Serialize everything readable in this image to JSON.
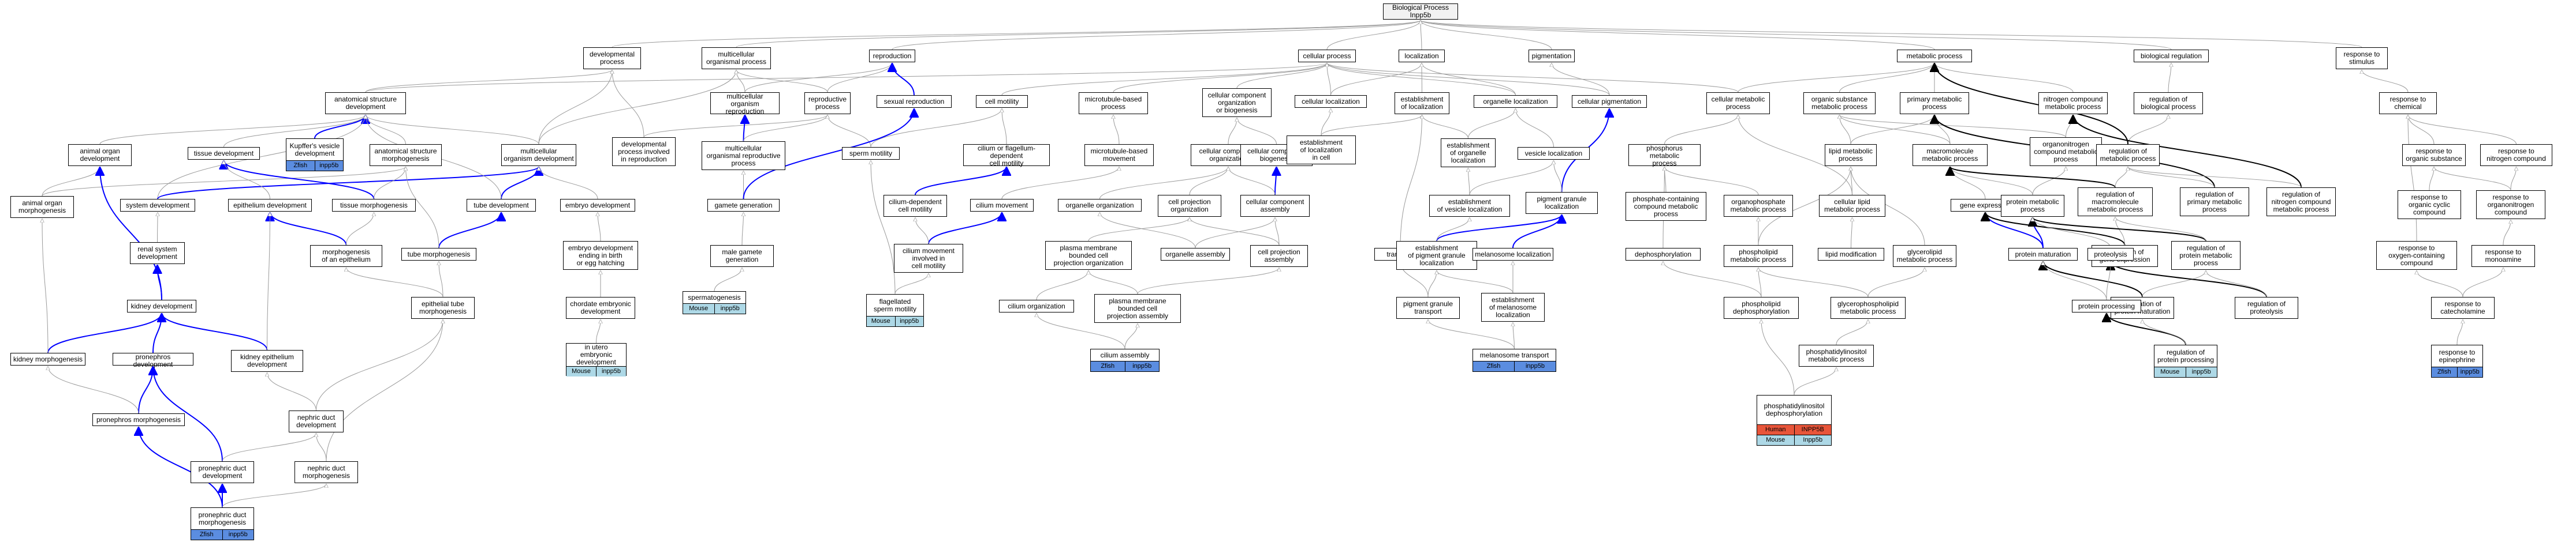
{
  "colors": {
    "gray_edge": "#9a9a9a",
    "blue_edge": "#0000ff",
    "black_edge": "#000000",
    "zfish": "#5b8de0",
    "mouse": "#add8e6",
    "human": "#e8553a"
  },
  "nodes": [
    {
      "id": "bp",
      "label": "Biological Process\nInpp5b"
    },
    {
      "id": "dev",
      "label": "developmental\nprocess"
    },
    {
      "id": "morg",
      "label": "multicellular\norganismal process"
    },
    {
      "id": "repro",
      "label": "reproduction"
    },
    {
      "id": "cellp",
      "label": "cellular process"
    },
    {
      "id": "loc",
      "label": "localization"
    },
    {
      "id": "pig",
      "label": "pigmentation"
    },
    {
      "id": "metab",
      "label": "metabolic process"
    },
    {
      "id": "breg",
      "label": "biological regulation"
    },
    {
      "id": "resp",
      "label": "response to\nstimulus"
    },
    {
      "id": "asd",
      "label": "anatomical structure\ndevelopment"
    },
    {
      "id": "mor",
      "label": "multicellular\norganism reproduction"
    },
    {
      "id": "rproc",
      "label": "reproductive\nprocess"
    },
    {
      "id": "sexr",
      "label": "sexual reproduction"
    },
    {
      "id": "cmot",
      "label": "cell motility"
    },
    {
      "id": "mtbp",
      "label": "microtubule-based\nprocess"
    },
    {
      "id": "ccob",
      "label": "cellular component\norganization\nor biogenesis"
    },
    {
      "id": "cloc",
      "label": "cellular localization"
    },
    {
      "id": "eloc",
      "label": "establishment\nof localization"
    },
    {
      "id": "orgloc",
      "label": "organelle localization"
    },
    {
      "id": "cpig",
      "label": "cellular pigmentation"
    },
    {
      "id": "cmp",
      "label": "cellular metabolic\nprocess"
    },
    {
      "id": "osmp",
      "label": "organic substance\nmetabolic process"
    },
    {
      "id": "pmp",
      "label": "primary metabolic\nprocess"
    },
    {
      "id": "ncmp",
      "label": "nitrogen compound\nmetabolic process"
    },
    {
      "id": "rbp",
      "label": "regulation of\nbiological process"
    },
    {
      "id": "rchem",
      "label": "response to\nchemical"
    },
    {
      "id": "aod",
      "label": "animal organ\ndevelopment"
    },
    {
      "id": "kvd",
      "label": "Kupffer's vesicle\ndevelopment",
      "badges": [
        {
          "t": "Zfish",
          "c": "zfish"
        },
        {
          "t": "inpp5b",
          "c": "zfish"
        }
      ]
    },
    {
      "id": "asm",
      "label": "anatomical structure\nmorphogenesis"
    },
    {
      "id": "td",
      "label": "tissue development"
    },
    {
      "id": "mod",
      "label": "multicellular\norganism development"
    },
    {
      "id": "dpir",
      "label": "developmental\nprocess involved\nin reproduction"
    },
    {
      "id": "morp",
      "label": "multicellular\norganismal reproductive\nprocess"
    },
    {
      "id": "spmot",
      "label": "sperm motility"
    },
    {
      "id": "cfcm",
      "label": "cilium or flagellum-dependent\ncell motility"
    },
    {
      "id": "mtbm",
      "label": "microtubule-based\nmovement"
    },
    {
      "id": "cco",
      "label": "cellular component\norganization"
    },
    {
      "id": "ccb",
      "label": "cellular component\nbiogenesis"
    },
    {
      "id": "elcell",
      "label": "establishment\nof localization\nin cell"
    },
    {
      "id": "eorgloc",
      "label": "establishment\nof organelle\nlocalization"
    },
    {
      "id": "vesloc",
      "label": "vesicle localization"
    },
    {
      "id": "pcmp",
      "label": "phosphorus metabolic\nprocess"
    },
    {
      "id": "lmp",
      "label": "lipid metabolic\nprocess"
    },
    {
      "id": "ocmp",
      "label": "organonitrogen\ncompound metabolic\nprocess"
    },
    {
      "id": "mmp",
      "label": "macromolecule\nmetabolic process"
    },
    {
      "id": "rmp",
      "label": "regulation of\nmetabolic process"
    },
    {
      "id": "rresp",
      "label": "response to\norganic substance"
    },
    {
      "id": "rnc",
      "label": "response to\nnitrogen compound"
    },
    {
      "id": "aom",
      "label": "animal organ\nmorphogenesis"
    },
    {
      "id": "sysd",
      "label": "system development"
    },
    {
      "id": "tmorph",
      "label": "tissue morphogenesis"
    },
    {
      "id": "epd",
      "label": "epithelium development"
    },
    {
      "id": "tubd",
      "label": "tube development"
    },
    {
      "id": "embd",
      "label": "embryo development"
    },
    {
      "id": "gamg",
      "label": "gamete generation"
    },
    {
      "id": "cilcm",
      "label": "cilium-dependent\ncell motility"
    },
    {
      "id": "cilmov",
      "label": "cilium movement"
    },
    {
      "id": "orgo",
      "label": "organelle organization"
    },
    {
      "id": "cpo",
      "label": "cell projection\norganization"
    },
    {
      "id": "ccasm",
      "label": "cellular component\nassembly"
    },
    {
      "id": "evesloc",
      "label": "establishment\nof vesicle localization"
    },
    {
      "id": "pgloc",
      "label": "pigment granule\nlocalization"
    },
    {
      "id": "pccmp",
      "label": "phosphate-containing\ncompound metabolic\nprocess"
    },
    {
      "id": "opmp",
      "label": "organophosphate\nmetabolic process"
    },
    {
      "id": "clmp",
      "label": "cellular lipid\nmetabolic process"
    },
    {
      "id": "gexp",
      "label": "gene expression"
    },
    {
      "id": "protmp",
      "label": "protein metabolic\nprocess"
    },
    {
      "id": "rmmp",
      "label": "regulation of\nmacromolecule\nmetabolic process"
    },
    {
      "id": "rpmp",
      "label": "regulation of\nprimary metabolic\nprocess"
    },
    {
      "id": "rncmp",
      "label": "regulation of\nnitrogen compound\nmetabolic process"
    },
    {
      "id": "rocc",
      "label": "response to\norganic cyclic\ncompound"
    },
    {
      "id": "roc",
      "label": "response to\norganonitrogen\ncompound"
    },
    {
      "id": "rsd",
      "label": "renal system\ndevelopment"
    },
    {
      "id": "moe",
      "label": "morphogenesis\nof an epithelium"
    },
    {
      "id": "tubm",
      "label": "tube morphogenesis"
    },
    {
      "id": "eebh",
      "label": "embryo development\nending in birth\nor egg hatching"
    },
    {
      "id": "mgg",
      "label": "male gamete\ngeneration"
    },
    {
      "id": "cmicm",
      "label": "cilium movement\ninvolved in\ncell motility"
    },
    {
      "id": "pmbcp",
      "label": "plasma membrane\nbounded cell\nprojection organization"
    },
    {
      "id": "oasm",
      "label": "organelle assembly"
    },
    {
      "id": "cpasm",
      "label": "cell projection\nassembly"
    },
    {
      "id": "transp",
      "label": "transport"
    },
    {
      "id": "epgl",
      "label": "establishment\nof pigment granule\nlocalization"
    },
    {
      "id": "melloc",
      "label": "melanosome localization"
    },
    {
      "id": "dephos",
      "label": "dephosphorylation"
    },
    {
      "id": "plmp",
      "label": "phospholipid\nmetabolic process"
    },
    {
      "id": "lmod",
      "label": "lipid modification"
    },
    {
      "id": "glmp",
      "label": "glycerolipid\nmetabolic process"
    },
    {
      "id": "protmat",
      "label": "protein maturation"
    },
    {
      "id": "rgexp",
      "label": "regulation of\ngene expression"
    },
    {
      "id": "rprotmp",
      "label": "regulation of\nprotein metabolic\nprocess"
    },
    {
      "id": "proteol",
      "label": "proteolysis"
    },
    {
      "id": "rocc2",
      "label": "response to\noxygen-containing\ncompound"
    },
    {
      "id": "rmono",
      "label": "response to\nmonoamine"
    },
    {
      "id": "kd",
      "label": "kidney development"
    },
    {
      "id": "etm",
      "label": "epithelial tube\nmorphogenesis"
    },
    {
      "id": "cemb",
      "label": "chordate embryonic\ndevelopment"
    },
    {
      "id": "spgen",
      "label": "spermatogenesis",
      "badges": [
        {
          "t": "Mouse",
          "c": "mouse"
        },
        {
          "t": "inpp5b",
          "c": "mouse"
        }
      ]
    },
    {
      "id": "fsm",
      "label": "flagellated\nsperm motility",
      "badges": [
        {
          "t": "Mouse",
          "c": "mouse"
        },
        {
          "t": "inpp5b",
          "c": "mouse"
        }
      ]
    },
    {
      "id": "cilorg",
      "label": "cilium organization"
    },
    {
      "id": "pmbcpa",
      "label": "plasma membrane\nbounded cell\nprojection assembly"
    },
    {
      "id": "pgt",
      "label": "pigment granule\ntransport"
    },
    {
      "id": "emel",
      "label": "establishment\nof melanosome\nlocalization"
    },
    {
      "id": "pldp",
      "label": "phospholipid\ndephosphorylation"
    },
    {
      "id": "gplmp",
      "label": "glycerophospholipid\nmetabolic process"
    },
    {
      "id": "rprotmat",
      "label": "regulation of\nprotein maturation"
    },
    {
      "id": "rprot",
      "label": "regulation of\nproteolysis"
    },
    {
      "id": "pproc",
      "label": "protein processing"
    },
    {
      "id": "rcat",
      "label": "response to\ncatecholamine"
    },
    {
      "id": "kidm",
      "label": "kidney morphogenesis"
    },
    {
      "id": "pnd",
      "label": "pronephros development"
    },
    {
      "id": "ked",
      "label": "kidney epithelium\ndevelopment"
    },
    {
      "id": "iued",
      "label": "in utero embryonic\ndevelopment",
      "badges": [
        {
          "t": "Mouse",
          "c": "mouse"
        },
        {
          "t": "inpp5b",
          "c": "mouse"
        }
      ]
    },
    {
      "id": "cila",
      "label": "cilium assembly",
      "badges": [
        {
          "t": "Zfish",
          "c": "zfish"
        },
        {
          "t": "inpp5b",
          "c": "zfish"
        }
      ]
    },
    {
      "id": "meltr",
      "label": "melanosome transport",
      "badges": [
        {
          "t": "Zfish",
          "c": "zfish"
        },
        {
          "t": "inpp5b",
          "c": "zfish"
        }
      ]
    },
    {
      "id": "pipmp",
      "label": "phosphatidylinositol\nmetabolic process"
    },
    {
      "id": "rpp",
      "label": "regulation of\nprotein processing",
      "badges": [
        {
          "t": "Mouse",
          "c": "mouse"
        },
        {
          "t": "inpp5b",
          "c": "mouse"
        }
      ]
    },
    {
      "id": "repi",
      "label": "response to\nepinephrine",
      "badges": [
        {
          "t": "Zfish",
          "c": "zfish"
        },
        {
          "t": "inpp5b",
          "c": "zfish"
        }
      ]
    },
    {
      "id": "pnm",
      "label": "pronephros morphogenesis"
    },
    {
      "id": "ndd",
      "label": "nephric duct\ndevelopment"
    },
    {
      "id": "pipdp",
      "label": "phosphatidylinositol\ndephosphorylation",
      "badges": [
        {
          "t": "Human",
          "c": "human"
        },
        {
          "t": "INPP5B",
          "c": "human"
        }
      ],
      "badges2": [
        {
          "t": "Mouse",
          "c": "mouse"
        },
        {
          "t": "Inpp5b",
          "c": "mouse"
        }
      ]
    },
    {
      "id": "pndd",
      "label": "pronephric duct\ndevelopment"
    },
    {
      "id": "ndm",
      "label": "nephric duct\nmorphogenesis"
    },
    {
      "id": "pndm",
      "label": "pronephric duct\nmorphogenesis",
      "badges": [
        {
          "t": "Zfish",
          "c": "zfish"
        },
        {
          "t": "inpp5b",
          "c": "zfish"
        }
      ]
    }
  ]
}
